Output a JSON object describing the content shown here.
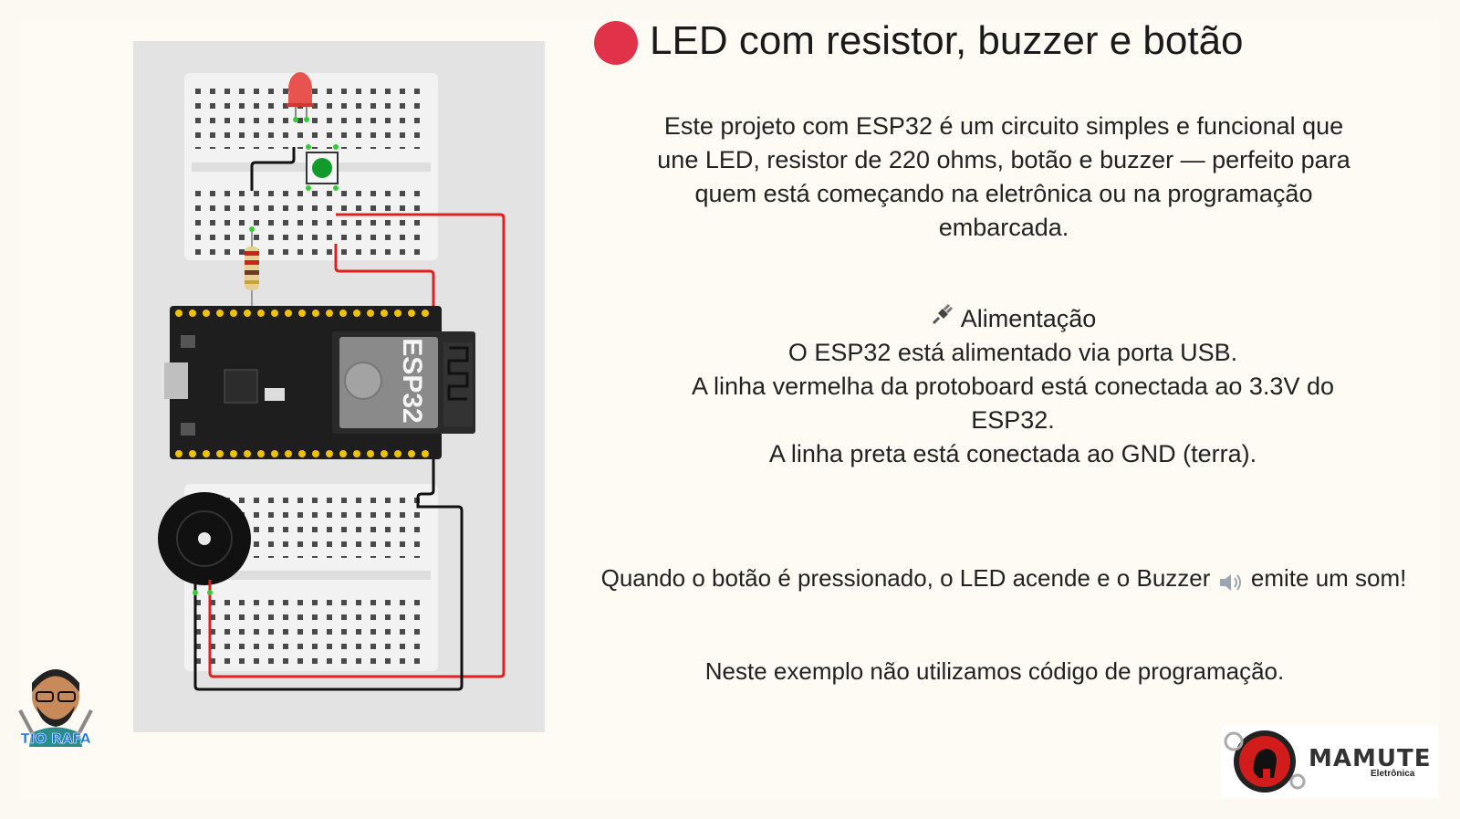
{
  "title": "LED com resistor, buzzer e botão",
  "description": "Este projeto com ESP32 é um circuito simples e funcional que une LED, resistor de 220 ohms, botão e buzzer — perfeito para quem está começando na eletrônica ou na programação embarcada.",
  "power": {
    "heading": "Alimentação",
    "lines": [
      "O ESP32 está alimentado via porta USB.",
      "A linha vermelha da protoboard está conectada ao 3.3V do ESP32.",
      "A linha preta está conectada ao GND (terra)."
    ]
  },
  "action": {
    "part1": "Quando o botão é pressionado, o LED acende  e o Buzzer",
    "part2": "emite um som!"
  },
  "note": "Neste exemplo não utilizamos código de programação.",
  "board_label": "ESP32",
  "logo_left_text": "TIO RAFA",
  "logo_right_text": "MAMUTE",
  "logo_right_sub": "Eletrônica",
  "colors": {
    "accent": "#e0334a",
    "wire_red": "#e02020",
    "wire_black": "#111111",
    "board": "#1e1e1e"
  }
}
